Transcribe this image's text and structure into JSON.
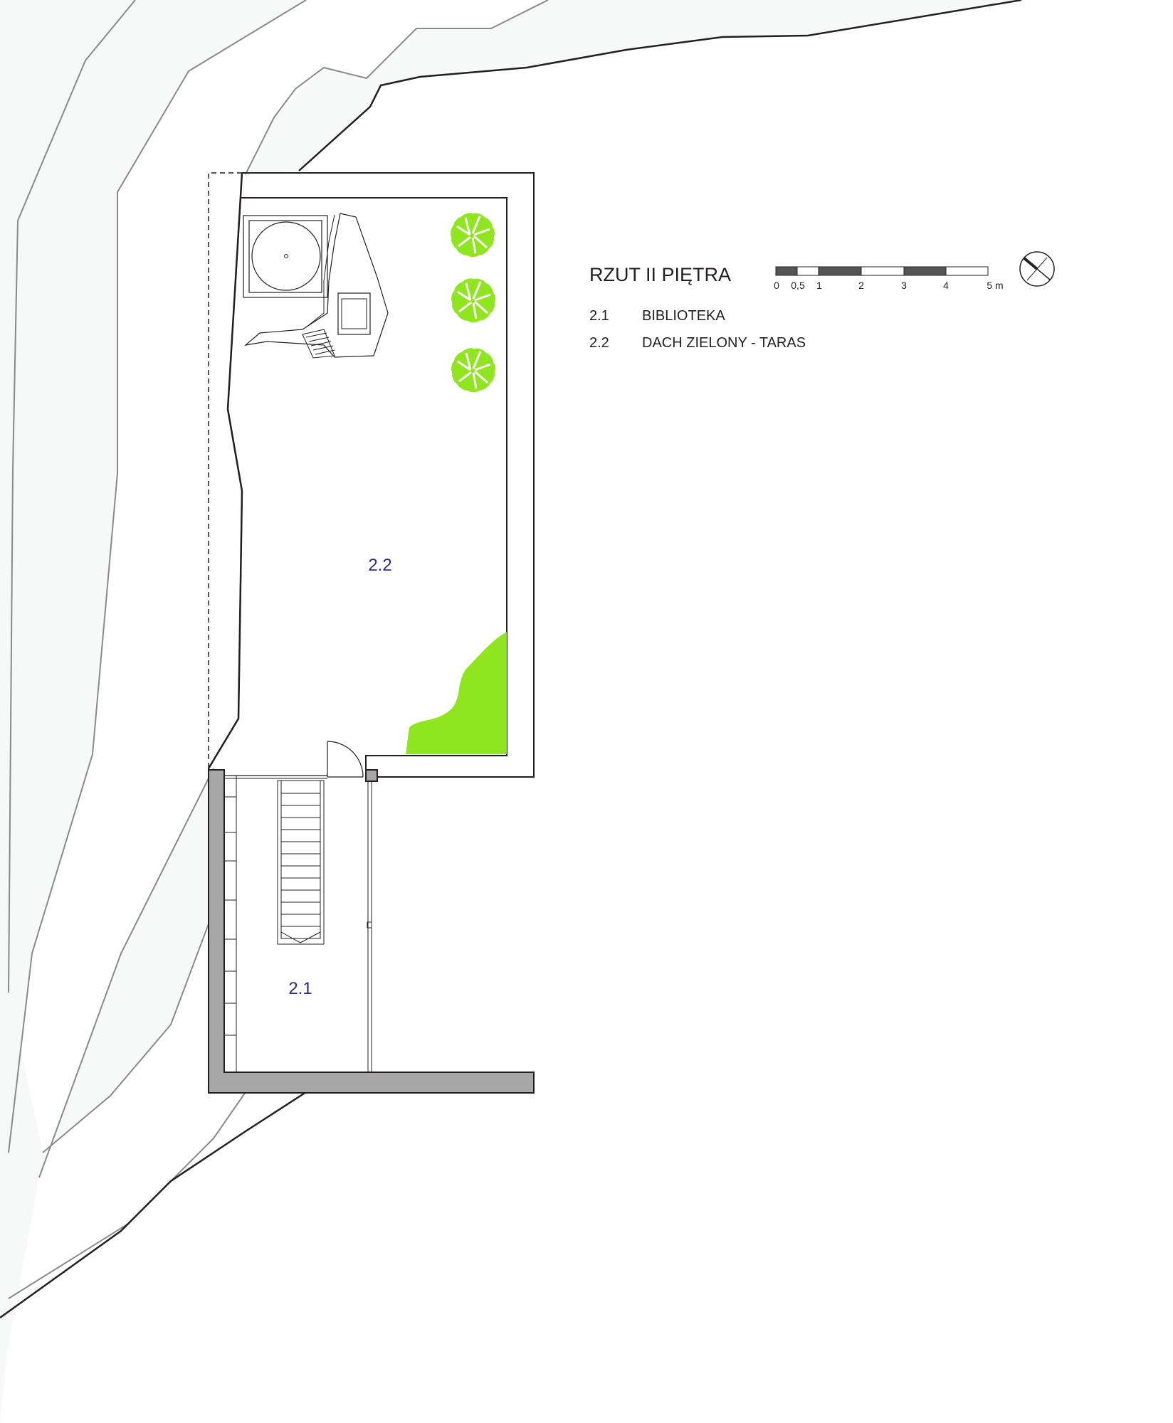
{
  "title": "RZUT II PIĘTRA",
  "legend": [
    {
      "code": "2.1",
      "name": "BIBLIOTEKA"
    },
    {
      "code": "2.2",
      "name": "DACH ZIELONY - TARAS"
    }
  ],
  "scale_bar": {
    "labels": [
      "0",
      "0,5",
      "1",
      "2",
      "3",
      "4",
      "5 m"
    ]
  },
  "rooms": [
    {
      "code": "2.1"
    },
    {
      "code": "2.2"
    }
  ],
  "icons": [
    "north-arrow-icon",
    "tree-icon"
  ],
  "colors": {
    "lines": "#231f20",
    "room_labels": "#2c2a86",
    "green": "#8fe61e",
    "wall_fill": "#a7a7a7",
    "terrain": "#f7f8f8",
    "scale_dark": "#555555"
  }
}
